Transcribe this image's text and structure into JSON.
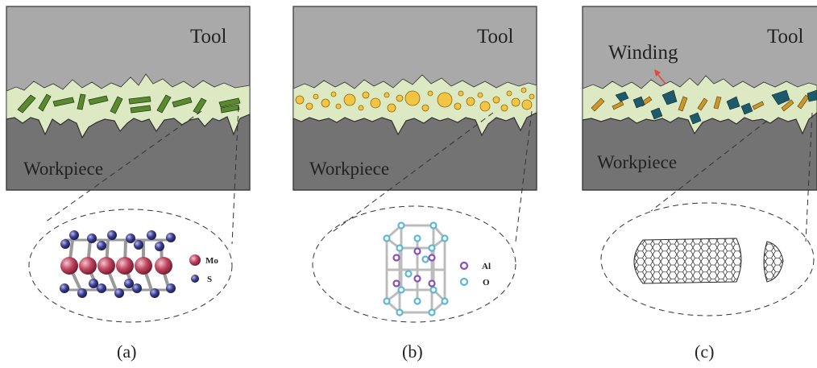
{
  "panels": [
    {
      "id": "a",
      "tool_label": "Tool",
      "workpiece_label": "Workpiece",
      "caption": "(a)",
      "particle": "MoS2 platelets",
      "legend": [
        {
          "label": "Mo",
          "color": "#c0455f"
        },
        {
          "label": "S",
          "color": "#3d3f8f"
        }
      ]
    },
    {
      "id": "b",
      "tool_label": "Tool",
      "workpiece_label": "Workpiece",
      "caption": "(b)",
      "particle": "Al2O3 spheres",
      "legend": [
        {
          "label": "Al",
          "color": "#8a4fb0"
        },
        {
          "label": "O",
          "color": "#5bb8d6"
        }
      ]
    },
    {
      "id": "c",
      "tool_label": "Tool",
      "workpiece_label": "Workpiece",
      "caption": "(c)",
      "annotation": "Winding",
      "particle": "carbon nanotubes"
    }
  ],
  "colors": {
    "tool": "#a9a9a9",
    "workpiece": "#737373",
    "lubricant": "#dde9c2",
    "platelet": "#5b8a2e",
    "sphere": "#f3c542",
    "tube_rod": "#c9972b",
    "tube_blob": "#1f5a6a",
    "arrow": "#e24a3b"
  }
}
